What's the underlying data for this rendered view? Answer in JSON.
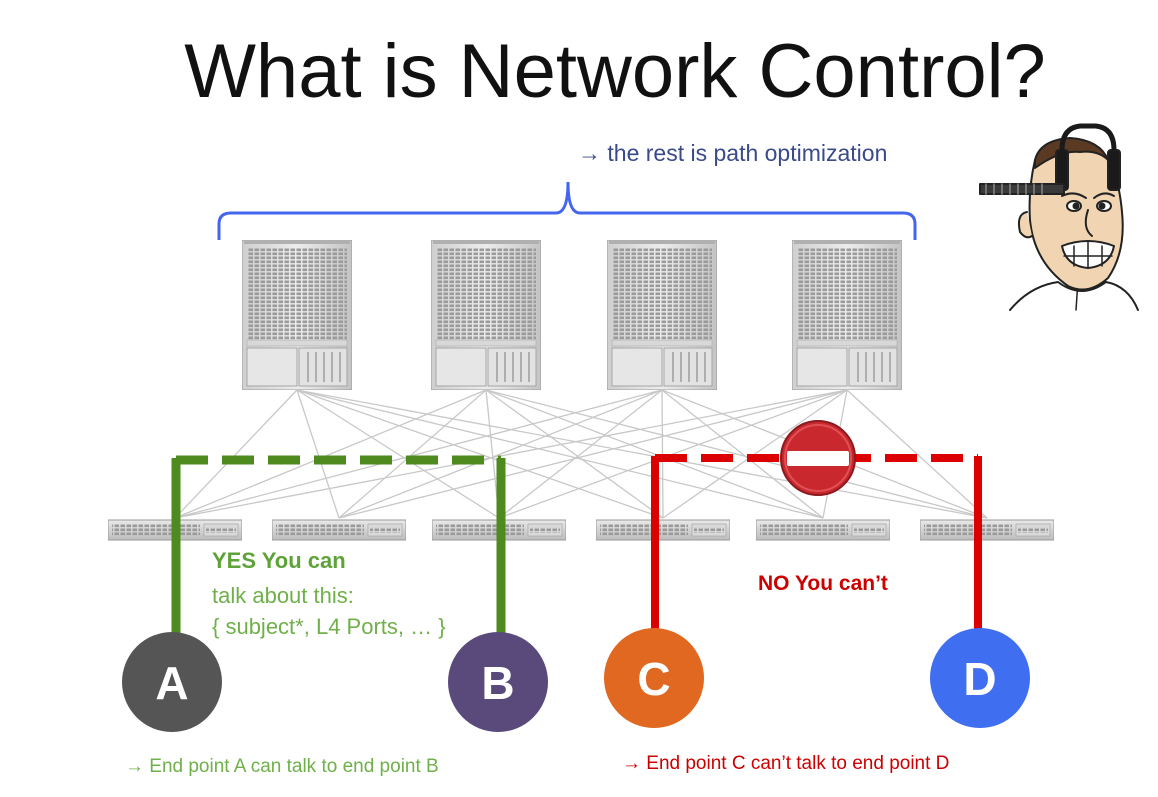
{
  "slide": {
    "title": "What is Network Control?",
    "rest_note": "→ the rest is path optimization",
    "allowed": {
      "heading": "YES You can",
      "lines": [
        "talk about this:",
        "{ subject*, L4 Ports, … }"
      ],
      "caption": "→ End point A can talk to end point B",
      "color": "#4e8a1e"
    },
    "denied": {
      "heading": "NO You can’t",
      "caption": "→ End point C can’t talk to end point D",
      "color": "#dd0000"
    },
    "endpoints": [
      {
        "label": "A",
        "color": "#555555"
      },
      {
        "label": "B",
        "color": "#5a4a7c"
      },
      {
        "label": "C",
        "color": "#e06820"
      },
      {
        "label": "D",
        "color": "#3f6ef0"
      }
    ],
    "bracket_color": "#4466ee",
    "icons": [
      "spine-switch-icon",
      "leaf-switch-icon",
      "no-entry-icon",
      "frustrated-man-icon"
    ]
  }
}
